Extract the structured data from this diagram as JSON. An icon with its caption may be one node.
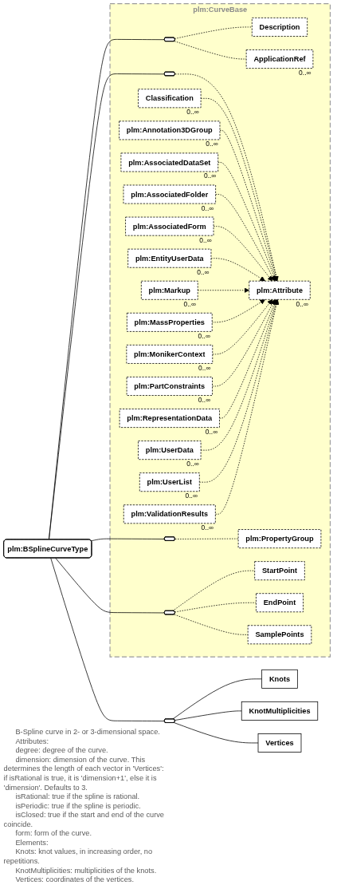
{
  "diagram": {
    "nodes": [
      {
        "text": [
          "plm:BSplineCurveType"
        ],
        "beside": [
          "B-Spline curve in 2- or 3-dimensional space.",
          "Attributes:",
          "degree: degree of the curve.",
          "dimension: dimension of the curve. This determines the length of each vector in 'Vertices': if isRational is true, it is 'dimension+1', else it is 'dimension'. Defaults to 3.",
          "isRational: true if the spline is rational.",
          "isPeriodic: true if the spline is periodic.",
          "isClosed: true if the start and end of the curve coincide.",
          "form: form of the curve.",
          "Elements:",
          "Knots: knot values, in increasing order, no repetitions.",
          "KnotMultiplicities: multiplicities of the knots.",
          "Vertices: coordinates of the vertices."
        ]
      },
      {
        "text": [
          "plm:CurveBase"
        ]
      },
      {
        "text": [],
        "shape": "hexagon",
        "in": 1
      },
      {
        "text": [
          "Description"
        ],
        "in": 1
      },
      {
        "text": [
          "ApplicationRef"
        ],
        "in": 1,
        "beside": [
          "0..∞"
        ]
      },
      {
        "text": [],
        "shape": "hexagon",
        "in": 1
      },
      {
        "text": [
          "plm:Attribute"
        ],
        "in": 1,
        "beside": [
          "0..∞"
        ]
      },
      {
        "text": [
          "Classification"
        ],
        "in": 1,
        "beside": [
          "0..∞"
        ]
      },
      {
        "text": [
          "plm:Annotation3DGroup"
        ],
        "in": 1,
        "beside": [
          "0..∞"
        ]
      },
      {
        "text": [
          "plm:AssociatedDataSet"
        ],
        "in": 1,
        "beside": [
          "0..∞"
        ]
      },
      {
        "text": [
          "plm:AssociatedFolder"
        ],
        "in": 1,
        "beside": [
          "0..∞"
        ]
      },
      {
        "text": [
          "plm:AssociatedForm"
        ],
        "in": 1,
        "beside": [
          "0..∞"
        ]
      },
      {
        "text": [
          "plm:EntityUserData"
        ],
        "in": 1,
        "beside": [
          "0..∞"
        ]
      },
      {
        "text": [
          "plm:Markup"
        ],
        "in": 1,
        "beside": [
          "0..∞"
        ]
      },
      {
        "text": [
          "plm:MassProperties"
        ],
        "in": 1,
        "beside": [
          "0..∞"
        ]
      },
      {
        "text": [
          "plm:MonikerContext"
        ],
        "in": 1,
        "beside": [
          "0..∞"
        ]
      },
      {
        "text": [
          "plm:PartConstraints"
        ],
        "in": 1,
        "beside": [
          "0..∞"
        ]
      },
      {
        "text": [
          "plm:RepresentationData"
        ],
        "in": 1,
        "beside": [
          "0..∞"
        ]
      },
      {
        "text": [
          "plm:UserData"
        ],
        "in": 1,
        "beside": [
          "0..∞"
        ]
      },
      {
        "text": [
          "plm:UserList"
        ],
        "in": 1,
        "beside": [
          "0..∞"
        ]
      },
      {
        "text": [
          "plm:ValidationResults"
        ],
        "in": 1,
        "beside": [
          "0..∞"
        ]
      },
      {
        "text": [],
        "shape": "hexagon",
        "in": 1
      },
      {
        "text": [
          "plm:PropertyGroup"
        ],
        "in": 1
      },
      {
        "text": [],
        "shape": "hexagon",
        "in": 1
      },
      {
        "text": [
          "StartPoint"
        ],
        "in": 1
      },
      {
        "text": [
          "EndPoint"
        ],
        "in": 1
      },
      {
        "text": [
          "SamplePoints"
        ],
        "in": 1
      },
      {
        "text": [],
        "shape": "hexagon"
      },
      {
        "text": [
          "Knots"
        ]
      },
      {
        "text": [
          "KnotMultiplicities"
        ]
      },
      {
        "text": [
          "Vertices"
        ]
      }
    ],
    "edges": [
      {
        "from": 0,
        "to": 2,
        "arrow": "none"
      },
      {
        "from": 2,
        "to": 3,
        "arrow": "none",
        "style": "dashed"
      },
      {
        "from": 2,
        "to": 4,
        "arrow": "none",
        "style": "dashed"
      },
      {
        "from": 0,
        "to": 5,
        "arrow": "none"
      },
      {
        "from": 5,
        "to": 6,
        "arrow": "none",
        "style": "dashed"
      },
      {
        "from": 7,
        "to": 6,
        "arrow": "to",
        "style": "dashed"
      },
      {
        "from": 8,
        "to": 6,
        "arrow": "to",
        "style": "dashed"
      },
      {
        "from": 9,
        "to": 6,
        "arrow": "to",
        "style": "dashed"
      },
      {
        "from": 10,
        "to": 6,
        "arrow": "to",
        "style": "dashed"
      },
      {
        "from": 11,
        "to": 6,
        "arrow": "to",
        "style": "dashed"
      },
      {
        "from": 12,
        "to": 6,
        "arrow": "to",
        "style": "dashed"
      },
      {
        "from": 13,
        "to": 6,
        "arrow": "to",
        "style": "dashed"
      },
      {
        "from": 14,
        "to": 6,
        "arrow": "to",
        "style": "dashed"
      },
      {
        "from": 15,
        "to": 6,
        "arrow": "to",
        "style": "dashed"
      },
      {
        "from": 16,
        "to": 6,
        "arrow": "to",
        "style": "dashed"
      },
      {
        "from": 17,
        "to": 6,
        "arrow": "to",
        "style": "dashed"
      },
      {
        "from": 18,
        "to": 6,
        "arrow": "to",
        "style": "dashed"
      },
      {
        "from": 19,
        "to": 6,
        "arrow": "to",
        "style": "dashed"
      },
      {
        "from": 20,
        "to": 6,
        "arrow": "to",
        "style": "dashed"
      },
      {
        "from": 0,
        "to": 21,
        "arrow": "none"
      },
      {
        "from": 21,
        "to": 22,
        "arrow": "none",
        "style": "dashed"
      },
      {
        "from": 0,
        "to": 23,
        "arrow": "none"
      },
      {
        "from": 23,
        "to": 24,
        "arrow": "none",
        "style": "dashed"
      },
      {
        "from": 23,
        "to": 25,
        "arrow": "none",
        "style": "dashed"
      },
      {
        "from": 23,
        "to": 26,
        "arrow": "none",
        "style": "dashed"
      },
      {
        "from": 0,
        "to": 27,
        "arrow": "none"
      },
      {
        "from": 27,
        "to": 28,
        "arrow": "none"
      },
      {
        "from": 27,
        "to": 29,
        "arrow": "none"
      },
      {
        "from": 27,
        "to": 30,
        "arrow": "none"
      }
    ]
  }
}
